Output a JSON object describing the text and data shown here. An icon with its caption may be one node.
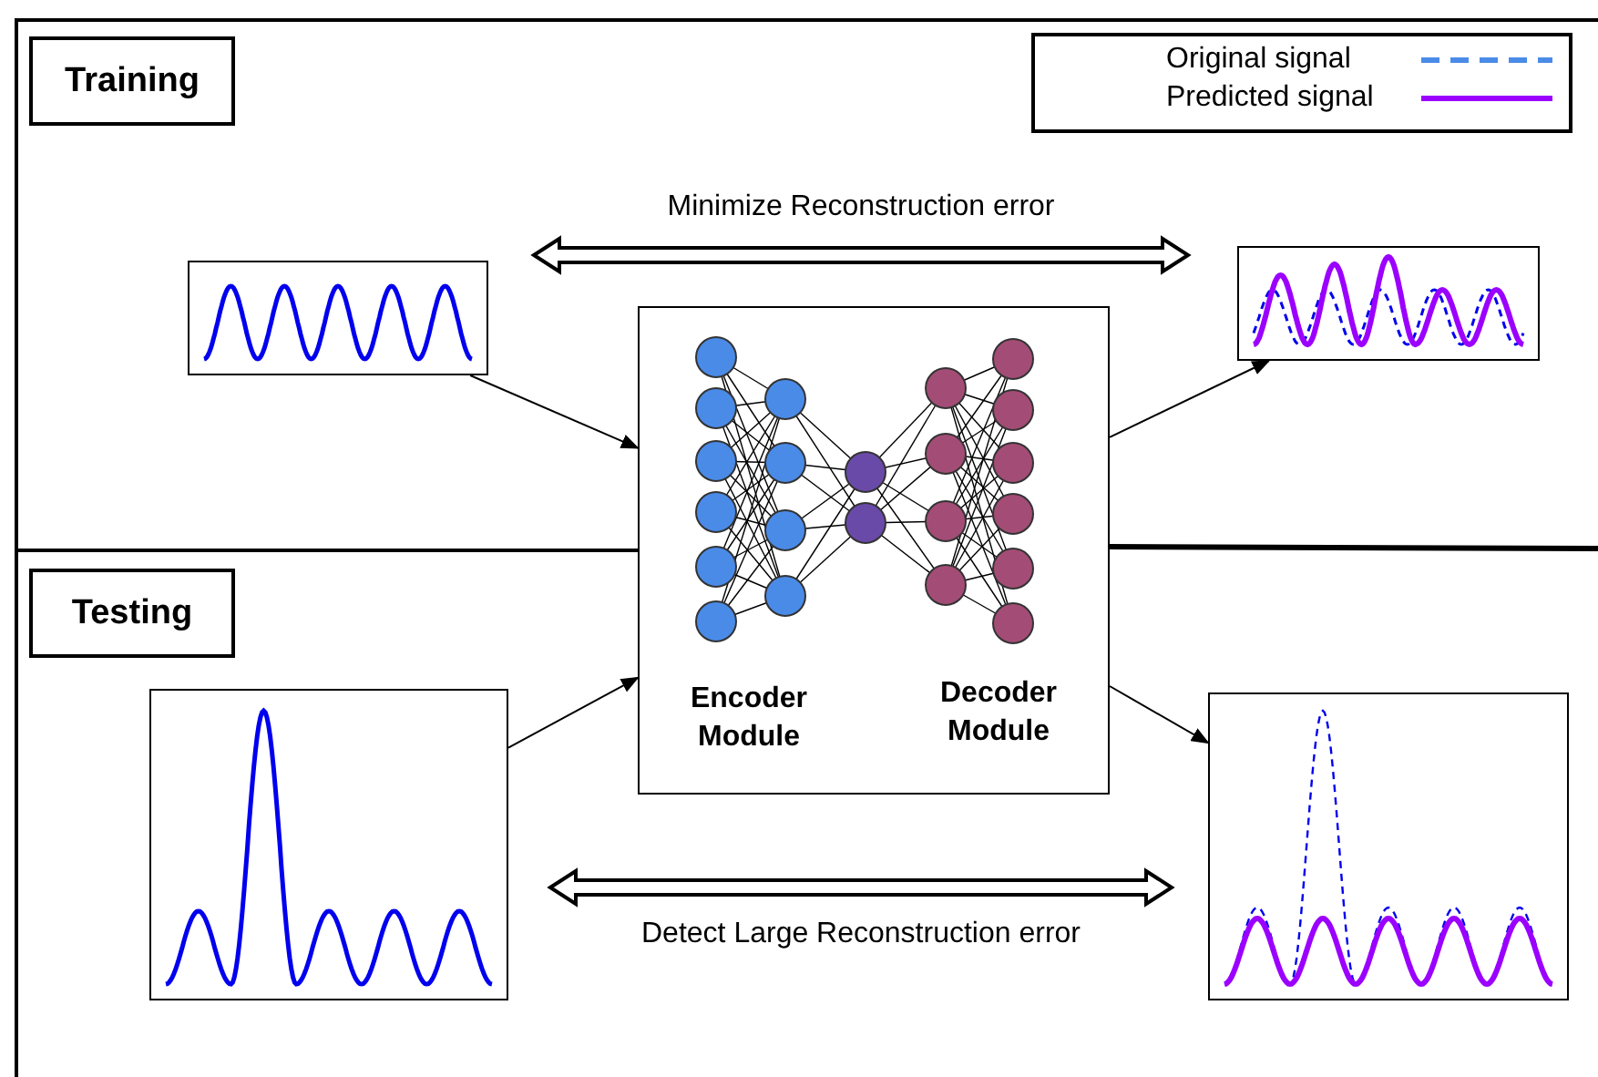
{
  "diagram": {
    "nodes": [
      {
        "text": [
          "Training"
        ]
      },
      {
        "text": [
          "Testing"
        ]
      },
      {
        "text": [],
        "shape": "box"
      },
      {
        "text": [
          "Encoder Module",
          "Decoder Module"
        ]
      },
      {
        "text": [],
        "shape": "box"
      },
      {
        "text": [],
        "shape": "box"
      },
      {
        "text": [],
        "shape": "box"
      }
    ],
    "edges": [
      {
        "from": 2,
        "to": 3,
        "arrow": "to"
      },
      {
        "from": 3,
        "to": 4,
        "arrow": "to"
      },
      {
        "from": 5,
        "to": 3,
        "arrow": "to"
      },
      {
        "from": 3,
        "to": 6,
        "arrow": "to"
      }
    ],
    "labels": [
      "Minimize Reconstruction error",
      "Detect Large Reconstruction error"
    ],
    "legend": [
      {
        "text": "Original signal"
      },
      {
        "text": "Predicted signal"
      }
    ]
  }
}
